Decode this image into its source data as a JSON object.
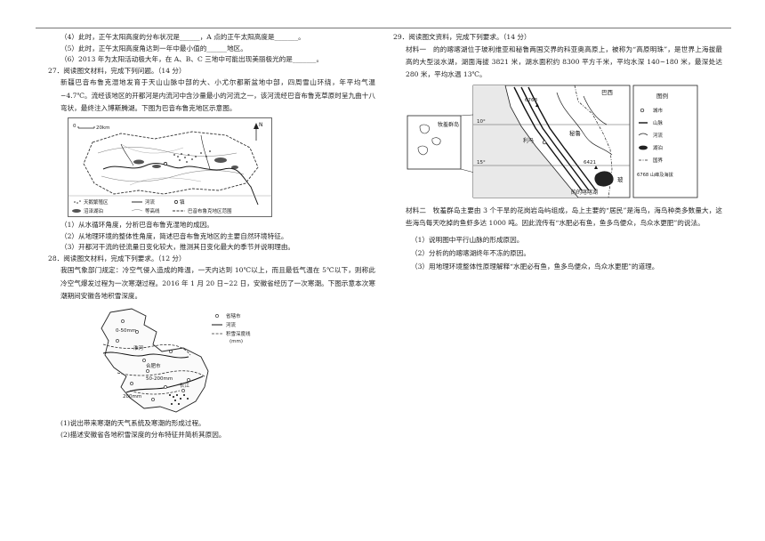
{
  "left": {
    "q26_items": [
      "（4）此时，正午太阳高度的分布状况是______，A 点的正午太阳高度是_______。",
      "（5）此时，正午太阳高度角达到一年中最小值的______地区。",
      "（6）2013 年为太阳活动极大年，在 A、B、C 三地中可能出现美丽极光的是_______。"
    ],
    "q27": {
      "title": "27．阅读图文材料，完成下列问题。（14 分）",
      "passage": "新疆巴音布鲁克湿地发育于天山山脉中部的大、小尤尔都斯盆地中部，四周雪山环绕，年平均气温−4.7℃。流经该地区的开都河是内流河中含沙量最小的河流之一，该河流经巴音布鲁克草原时呈九曲十八弯状，最终注入博斯腾湖。下图为巴音布鲁克地区示意图。",
      "map": {
        "scale": "20km",
        "legend": [
          "天鹅繁殖区",
          "河流",
          "镇",
          "沼泽湖泊",
          "等高线",
          "巴音布鲁克地区范围"
        ]
      },
      "questions": [
        "（1）从水循环角度，分析巴音布鲁克湿地的成因。",
        "（2）从地理环境的整体性角度，简述巴音布鲁克地区的主要自然环境特征。",
        "（3）开都河干流的径流量日变化较大，推测其日变化最大的季节并说明理由。"
      ]
    },
    "q28": {
      "title": "28．阅读图文材料，完成下列要求。（12 分）",
      "passage": "我国气象部门规定：冷空气侵入造成的降温，一天内达到 10℃以上，而且最低气温在 5℃以下，则称此冷空气爆发过程为一次寒潮过程。2016 年 1 月 20 日~22 日，安徽省经历了一次寒潮。下图示意本次寒潮期间安徽各地积雪深度。",
      "map": {
        "labels": [
          "0-50mm",
          "淮河",
          "合肥市",
          "50-200mm",
          "200mm",
          "长江"
        ],
        "legend": [
          "省辖市",
          "河流",
          "积雪深度线",
          "(mm)"
        ]
      },
      "questions": [
        "(1)说出带来寒潮的天气系统及寒潮的形成过程。",
        "(2)描述安徽省各地积雪深度的分布特征并简析其原因。"
      ]
    }
  },
  "right": {
    "q29": {
      "title": "29．阅读图文资料，完成下列要求。（14 分）",
      "material1": "材料一　的的喀喀湖位于玻利维亚和秘鲁两国交界的科亚奥高原上，被称为“高原明珠”，是世界上海拔最高的大型淡水湖，湖面海拔 3821 米，湖水面积约 8300 平方千米，平均水深 140~180 米，最深处达 280 米，平均水温 13℃。",
      "map": {
        "inset_label": "牧羞群岛",
        "countries": [
          "巴西",
          "秘鲁",
          "利马",
          "玻"
        ],
        "peaks": [
          "6768",
          "6421"
        ],
        "lat": [
          "10°",
          "15°"
        ],
        "lake": "的的喀喀湖",
        "legend_title": "图例",
        "legend": [
          "城市",
          "山脉",
          "河流",
          "湖泊",
          "国界",
          "6768 山峰及海拔"
        ]
      },
      "material2": "材料二　牧羞群岛主要由 3 个干旱的花岗岩岛屿组成，岛上主要的“居民”是海鸟，海鸟种类多数量大，这些海鸟每天吃掉的鱼虾多达 1000 吨。因此流传有“水肥必有鱼，鱼多鸟便众，鸟众水更肥”的说法。",
      "questions": [
        "（1）说明图中平行山脉的形成原因。",
        "（2）分析的的喀喀湖终年不冻的原因。",
        "（3）用地理环境整体性原理解释“水肥必有鱼，鱼多鸟便众，鸟众水更肥”的道理。"
      ]
    }
  }
}
